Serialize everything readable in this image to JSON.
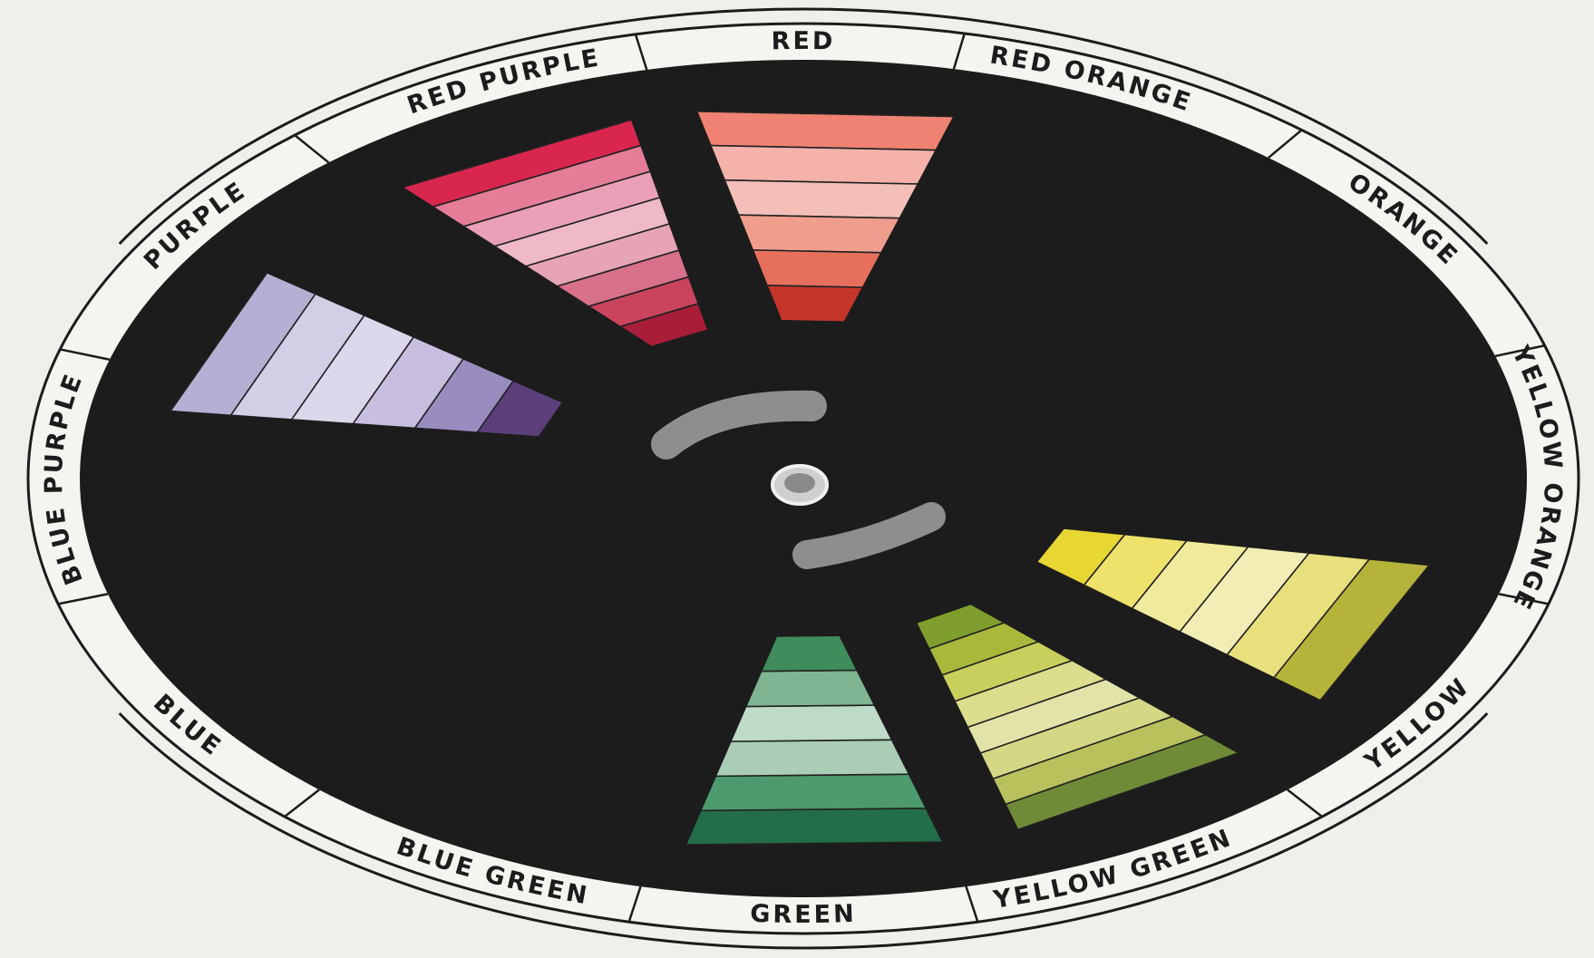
{
  "colors": {
    "background": "#f1efe9",
    "disc": "#1c1c1c",
    "ring": "#f5f4ef",
    "stroke": "#1c1c1c",
    "gray_arc": "#8e8e8e"
  },
  "ring_labels": [
    {
      "text": "RED",
      "angle": -90
    },
    {
      "text": "RED ORANGE",
      "angle": -66
    },
    {
      "text": "ORANGE",
      "angle": -34
    },
    {
      "text": "YELLOW ORANGE",
      "angle": 0
    },
    {
      "text": "YELLOW",
      "angle": 32
    },
    {
      "text": "YELLOW GREEN",
      "angle": 64
    },
    {
      "text": "GREEN",
      "angle": 90
    },
    {
      "text": "BLUE GREEN",
      "angle": 116
    },
    {
      "text": "BLUE",
      "angle": 148
    },
    {
      "text": "BLUE PURPLE",
      "angle": 180
    },
    {
      "text": "PURPLE",
      "angle": -147
    },
    {
      "text": "RED PURPLE",
      "angle": -115
    }
  ],
  "swatches": [
    {
      "name": "red-purple",
      "angle": -117,
      "colors": [
        "#d8264f",
        "#e57d98",
        "#eaa0b6",
        "#efb9c8",
        "#e7a4b6",
        "#d8708a",
        "#c9445c",
        "#a81e38"
      ]
    },
    {
      "name": "red",
      "angle": -88,
      "colors": [
        "#ef8272",
        "#f4b2aa",
        "#f3bfb8",
        "#ef9e8e",
        "#e6705c",
        "#c6352a"
      ]
    },
    {
      "name": "purple",
      "angle": -158,
      "colors": [
        "#b7aed3",
        "#d3cde6",
        "#ddd7ec",
        "#c8bedf",
        "#9b8cc0",
        "#5c3f7a"
      ]
    },
    {
      "name": "yellow",
      "angle": 25,
      "colors": [
        "#b6b33a",
        "#e7e07c",
        "#f1edb4",
        "#f0ea9c",
        "#eee26c",
        "#e8d733"
      ]
    },
    {
      "name": "yellow-green",
      "angle": 59,
      "colors": [
        "#6f8b38",
        "#b8c15c",
        "#d4d885",
        "#e2e3a8",
        "#dcde8e",
        "#c9cf5d",
        "#a8b83a",
        "#7f9e2d"
      ]
    },
    {
      "name": "green",
      "angle": 89,
      "colors": [
        "#236e48",
        "#4c9a6e",
        "#a9cdb5",
        "#bedbc7",
        "#7fb592",
        "#3f8c5c"
      ]
    }
  ]
}
